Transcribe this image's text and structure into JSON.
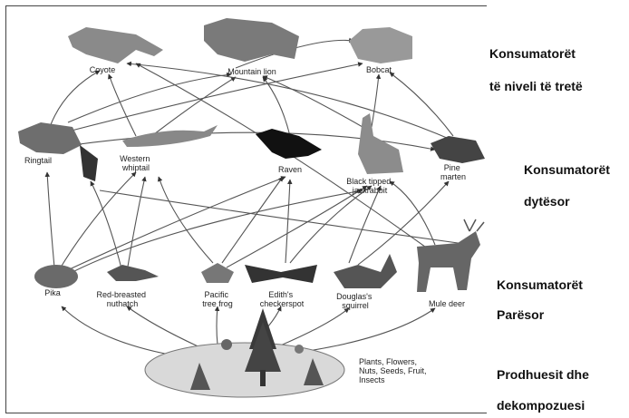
{
  "organisms": {
    "coyote": "Coyote",
    "mountain_lion": "Mountain lion",
    "bobcat": "Bobcat",
    "ringtail": "Ringtail",
    "western_whiptail": [
      "Western",
      "whiptail"
    ],
    "raven": "Raven",
    "jackrabbit": [
      "Black tipped",
      "jackrabbit"
    ],
    "pine_marten": [
      "Pine",
      "marten"
    ],
    "pika": "Pika",
    "nuthatch": [
      "Red-breasted",
      "nuthatch"
    ],
    "tree_frog": [
      "Pacific",
      "tree frog"
    ],
    "checkerspot": [
      "Edith's",
      "checkerspot"
    ],
    "squirrel": [
      "Douglas's",
      "squirrel"
    ],
    "mule_deer": "Mule deer",
    "producers": [
      "Plants, Flowers,",
      "Nuts, Seeds, Fruit,",
      "Insects"
    ]
  },
  "levels": {
    "tertiary": [
      "Konsumatorët",
      "të niveli të tretë"
    ],
    "secondary": [
      "Konsumatorët",
      "dytësor"
    ],
    "primary": [
      "Konsumatorët",
      "Parësor"
    ],
    "producers": [
      "Prodhuesit dhe",
      "dekompozuesi"
    ]
  }
}
